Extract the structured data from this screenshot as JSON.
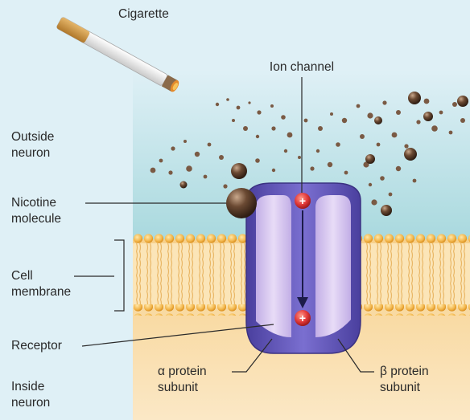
{
  "labels": {
    "cigarette": "Cigarette",
    "ion_channel": "Ion channel",
    "outside_line1": "Outside",
    "outside_line2": "neuron",
    "nicotine_line1": "Nicotine",
    "nicotine_line2": "molecule",
    "membrane_line1": "Cell",
    "membrane_line2": "membrane",
    "receptor": "Receptor",
    "inside_line1": "Inside",
    "inside_line2": "neuron",
    "alpha_line1": "α protein",
    "alpha_line2": "subunit",
    "beta_line1": "β protein",
    "beta_line2": "subunit"
  },
  "colors": {
    "background": "#dff0f6",
    "outside_fluid": "#bfe3e6",
    "inside_cytoplasm": "#f8d9a2",
    "lipid_head": "#f2b54a",
    "receptor_outer": "#5a4fb0",
    "receptor_inner": "#d7c5ec",
    "ion": "#e23a3a",
    "nicotine": "#6b4a33"
  }
}
